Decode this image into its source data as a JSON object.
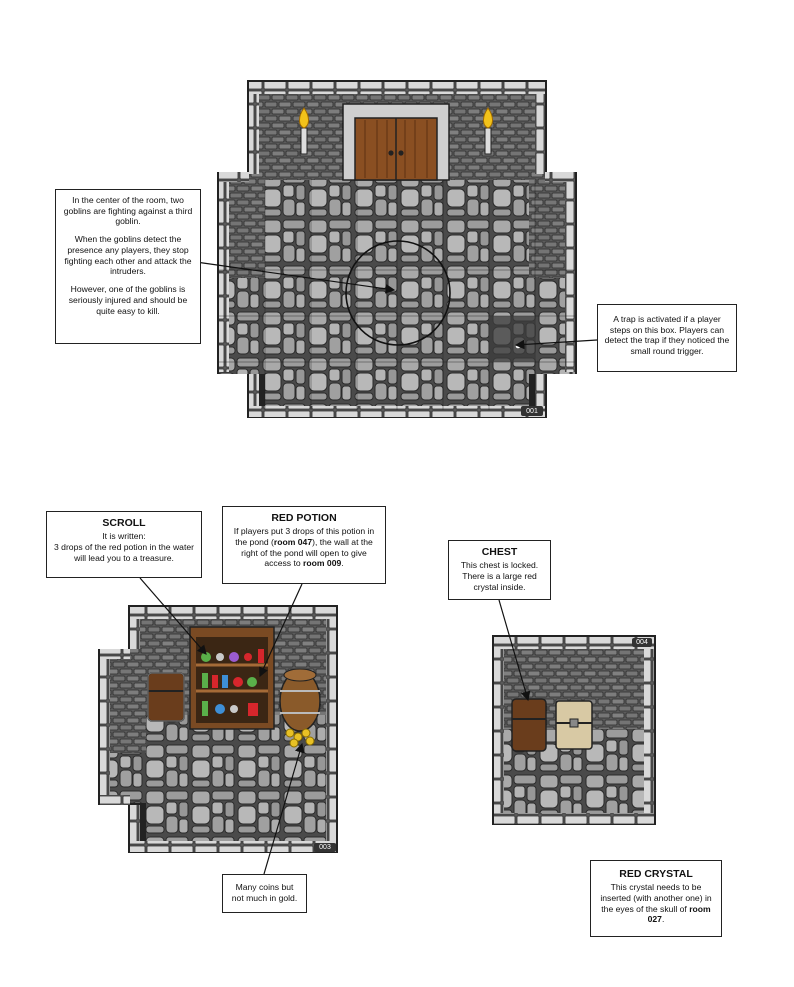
{
  "room001": {
    "tile_number": "001",
    "note_goblins": {
      "p1": "In the center of the room, two goblins are fighting against a third goblin.",
      "p2": "When the goblins detect the presence any players, they stop fighting each other and attack the intruders.",
      "p3": "However, one of the goblins is seriously injured and should be quite easy to kill."
    },
    "note_trap": {
      "text": "A trap is activated if a player steps on this box. Players can detect the trap if they noticed the small round trigger."
    }
  },
  "room003": {
    "tile_number": "003",
    "note_scroll": {
      "title": "SCROLL",
      "line1": "It is written:",
      "line2": "3 drops of the red potion in the water will lead you to a treasure."
    },
    "note_red_potion": {
      "title": "RED POTION",
      "t1": "If players put 3 drops of this potion in the pond (",
      "room1": "room 047",
      "t2": "), the wall at the right of the pond will open to give access to ",
      "room2": "room 009",
      "t3": "."
    },
    "note_coins": {
      "text": "Many coins but not much in gold."
    }
  },
  "room004": {
    "tile_number": "004",
    "note_chest": {
      "title": "CHEST",
      "text": "This chest is locked. There is a large red crystal inside."
    }
  },
  "note_red_crystal": {
    "title": "RED CRYSTAL",
    "t1": "This crystal needs to be inserted (with another one) in the eyes of the skull of ",
    "room": "room 027",
    "t2": "."
  },
  "colors": {
    "wall_dark": "#3a3a3a",
    "brick": "#6f6f6f",
    "floor_stone": "#a4a4a4",
    "border_light": "#d8d8d8",
    "door_wood": "#8a4f22",
    "torch_flame": "#f2c21a",
    "potion_red": "#d6262c",
    "gold": "#e8c125"
  }
}
